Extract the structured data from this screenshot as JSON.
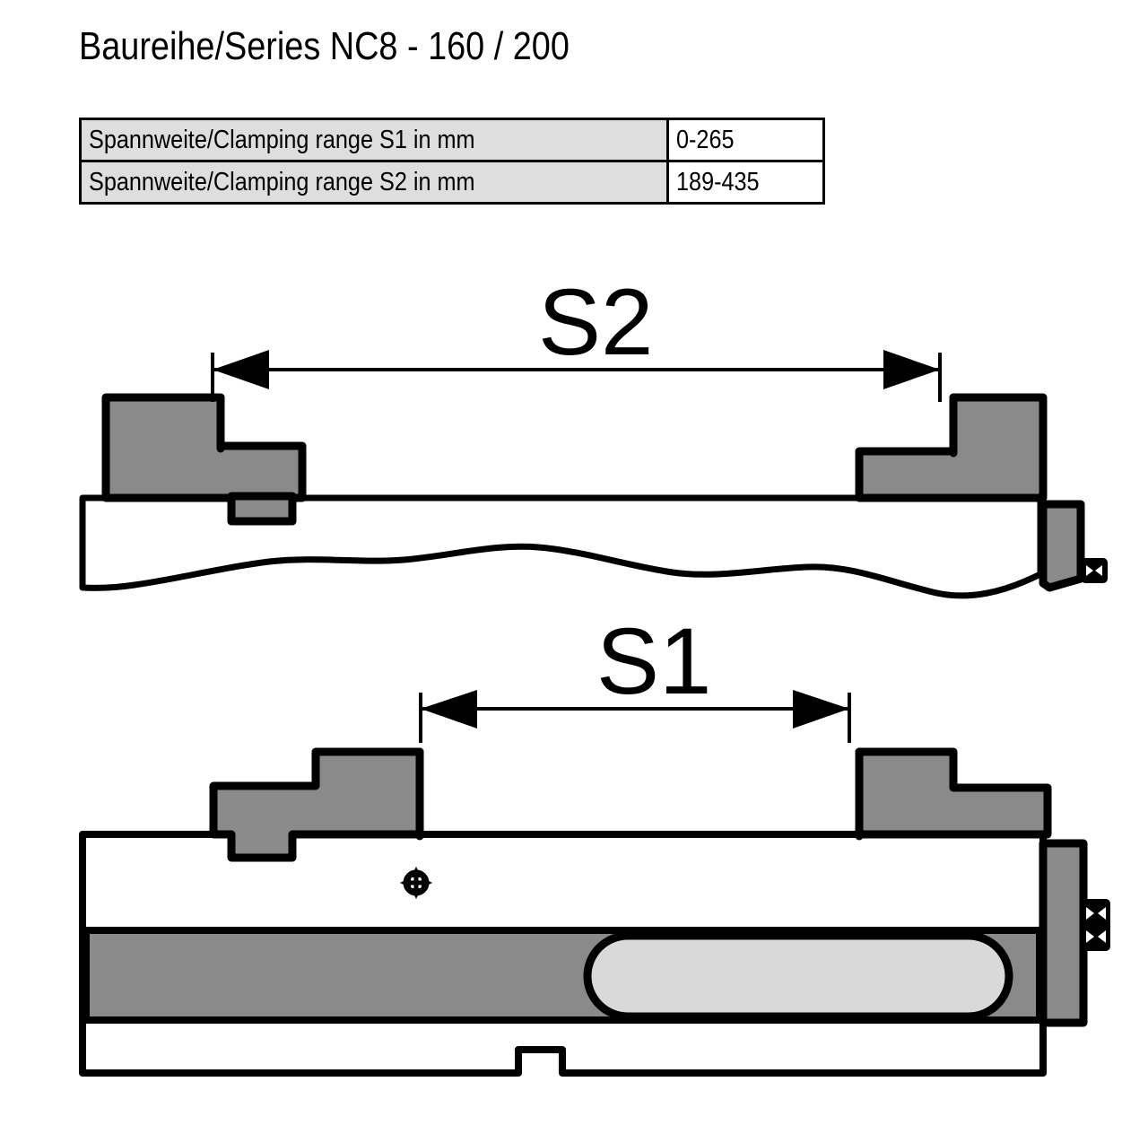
{
  "title": "Baureihe/Series NC8 - 160 / 200",
  "spec_table": {
    "rows": [
      {
        "label": "Spannweite/Clamping range S1 in mm",
        "value": "0-265"
      },
      {
        "label": "Spannweite/Clamping range S2 in mm",
        "value": "189-435"
      }
    ]
  },
  "drawings": {
    "upper": {
      "dimension_label": "S2",
      "view_name": "vise-open-section-view"
    },
    "lower": {
      "dimension_label": "S1",
      "view_name": "vise-closed-section-view"
    }
  },
  "colors": {
    "line": "#000000",
    "jaw_gray": "#8a8a8a",
    "slot_light_gray": "#d9d9d9",
    "table_cell_gray": "#dedede",
    "background": "#ffffff"
  }
}
